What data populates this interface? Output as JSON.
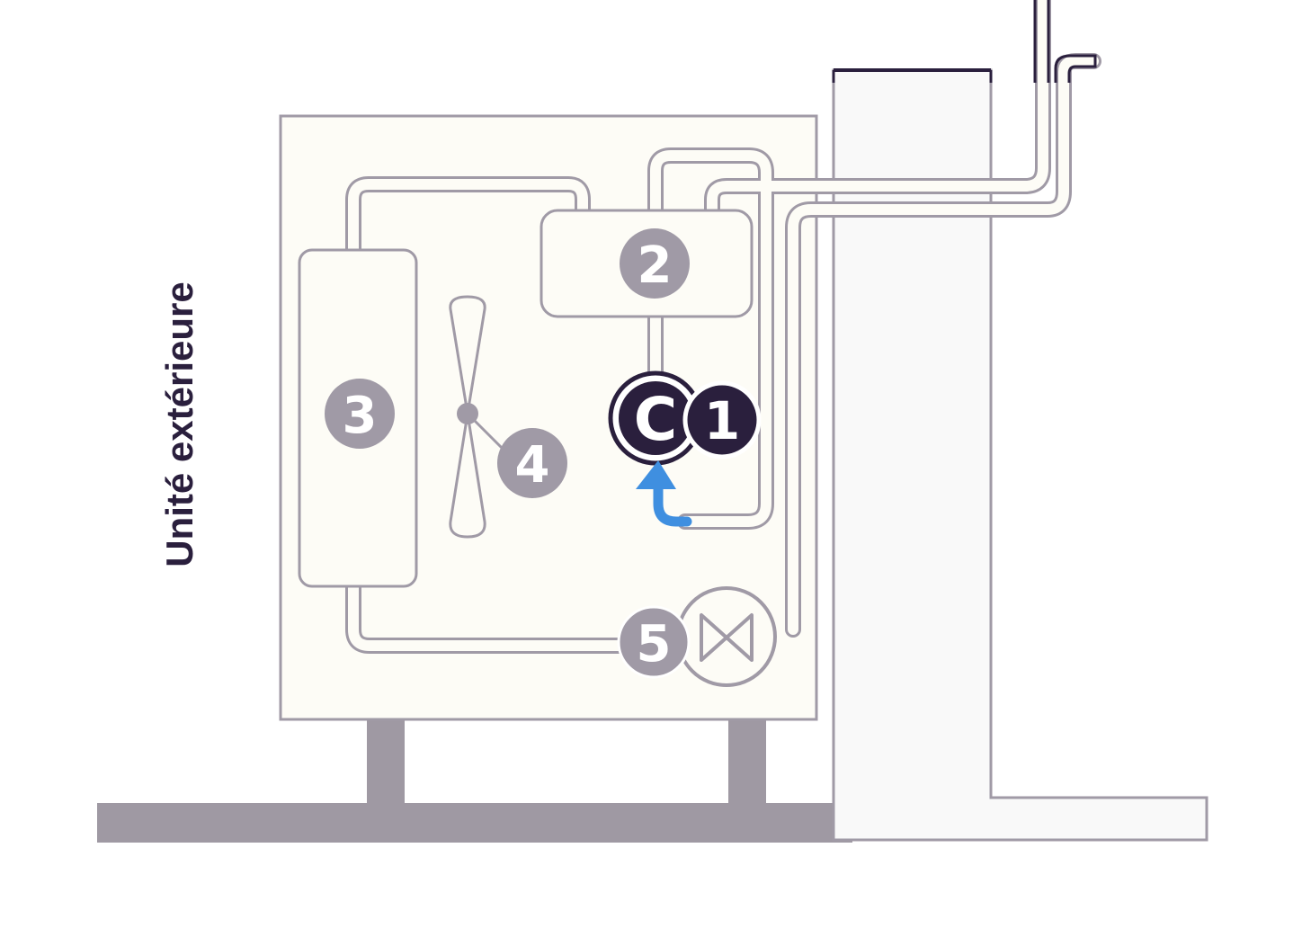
{
  "diagram": {
    "title": "Unité extérieure",
    "compressor_symbol": "C",
    "markers": [
      {
        "id": "1",
        "label": "1"
      },
      {
        "id": "2",
        "label": "2"
      },
      {
        "id": "3",
        "label": "3"
      },
      {
        "id": "4",
        "label": "4"
      },
      {
        "id": "5",
        "label": "5"
      }
    ],
    "colors": {
      "outline": "#a09aa6",
      "dark": "#2a1f3d",
      "unit_fill": "#fdfcf6",
      "wall_fill": "#f9f9f9",
      "ground": "#9f99a3",
      "flow_arrow": "#3f8fe0",
      "marker_gray": "#a09aa6",
      "marker_dark": "#2a1f3d"
    },
    "icons": {
      "fan": "fan-icon",
      "expansion_valve": "expansion-valve-icon",
      "flow_arrow": "flow-arrow-icon"
    }
  }
}
